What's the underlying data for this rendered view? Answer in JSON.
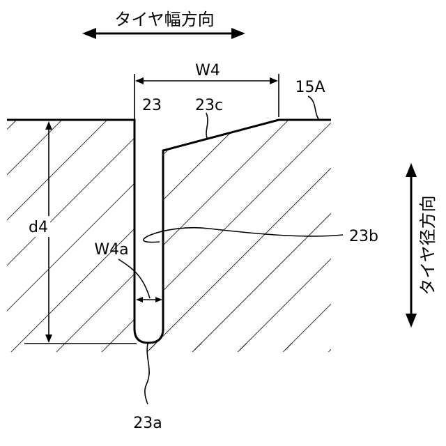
{
  "directions": {
    "width_direction": "タイヤ幅方向",
    "radial_direction": "タイヤ径方向"
  },
  "labels": {
    "tread_surface": "15A",
    "sipe": "23",
    "sipe_bottom": "23a",
    "sipe_wall": "23b",
    "chamfer": "23c",
    "sipe_width": "W4",
    "bottom_width": "W4a",
    "depth": "d4"
  }
}
